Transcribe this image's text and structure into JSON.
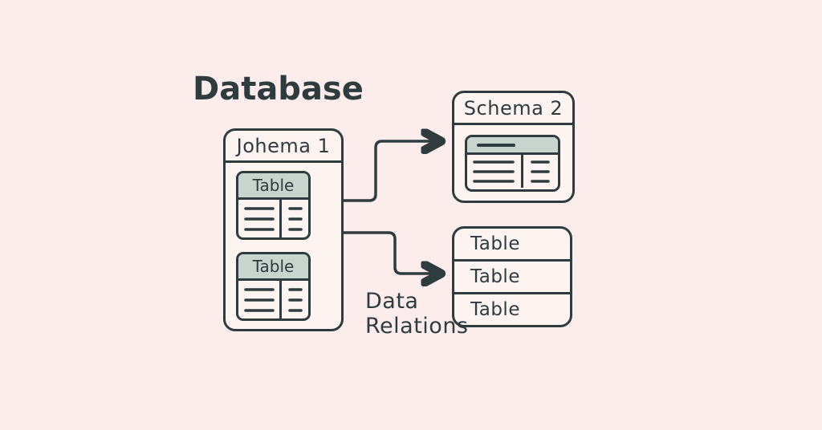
{
  "palette": {
    "background": "#fcecec",
    "box_fill": "#fdf4f2",
    "stroke": "#2e3c3e",
    "table_header_fill": "#c8d4ce"
  },
  "title": "Database",
  "schema1": {
    "title": "Johema 1",
    "tables": [
      {
        "label": "Table"
      },
      {
        "label": "Table"
      }
    ]
  },
  "schema2": {
    "title": "Schema 2"
  },
  "table_stack": {
    "rows": [
      "Table",
      "Table",
      "Table"
    ]
  },
  "relations_label": "Data Relations"
}
